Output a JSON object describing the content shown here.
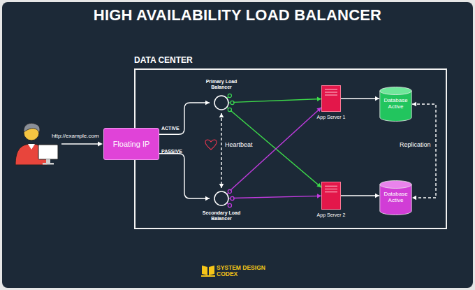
{
  "diagram": {
    "title": "HIGH AVAILABILITY LOAD BALANCER",
    "nodes": [
      {
        "text": [
          "DATA CENTER"
        ]
      },
      {
        "text": [
          "Floating IP"
        ]
      },
      {
        "text": [
          "Primary Load Balancer"
        ],
        "in": 0
      },
      {
        "text": [
          "Secondary Load Balancer"
        ],
        "in": 0
      },
      {
        "text": [
          "App Server 1"
        ],
        "in": 0
      },
      {
        "text": [
          "App Server 2"
        ],
        "in": 0
      },
      {
        "text": [
          "Database Active"
        ],
        "in": 0
      },
      {
        "text": [
          "Database Active"
        ],
        "in": 0
      }
    ],
    "edges": [
      {
        "from": 1,
        "to": 2,
        "label": "ACTIVE",
        "arrow": "to"
      },
      {
        "from": 1,
        "to": 3,
        "label": "PASSIVE",
        "arrow": "to"
      },
      {
        "from": 2,
        "to": 3,
        "label": "Heartbeat",
        "arrow": "both"
      },
      {
        "from": 2,
        "to": 4,
        "arrow": "to"
      },
      {
        "from": 2,
        "to": 5,
        "arrow": "to"
      },
      {
        "from": 3,
        "to": 4,
        "arrow": "to"
      },
      {
        "from": 3,
        "to": 5,
        "arrow": "to"
      },
      {
        "from": 4,
        "to": 6,
        "arrow": "to"
      },
      {
        "from": 5,
        "to": 7,
        "arrow": "to"
      },
      {
        "from": 6,
        "to": 7,
        "label": "Replication",
        "arrow": "both"
      }
    ],
    "labels": [
      "http://example.com",
      "SYSTEM DESIGN CODEX"
    ]
  }
}
